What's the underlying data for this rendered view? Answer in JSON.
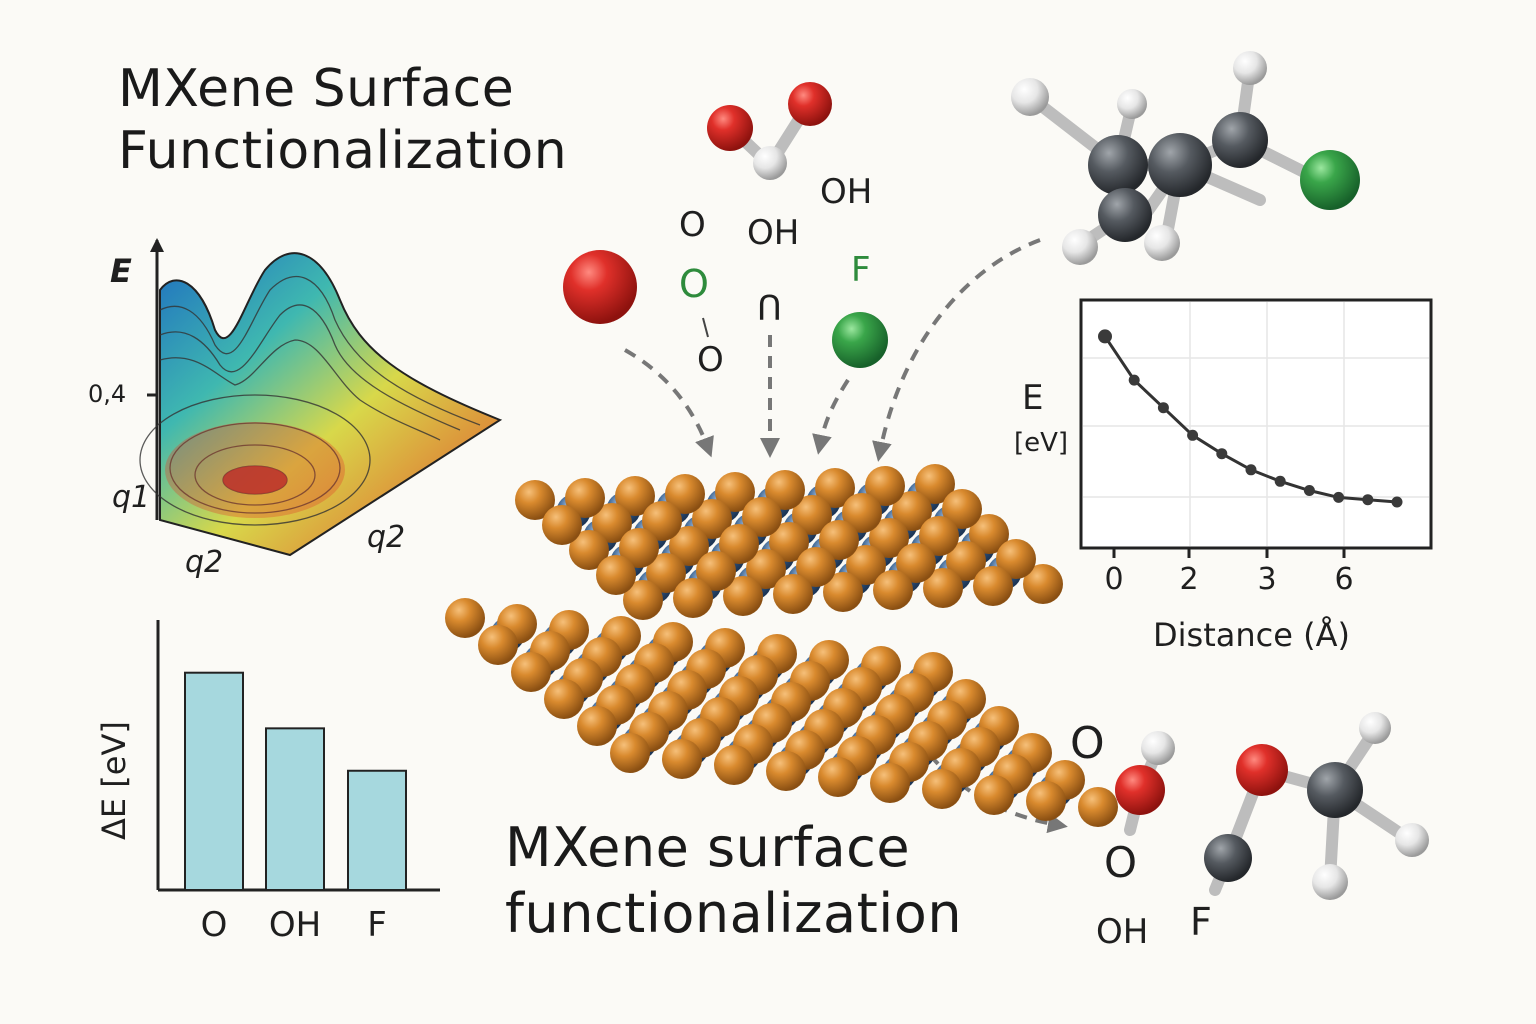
{
  "title_top": [
    "MXene Surface",
    "Functionalization"
  ],
  "title_bottom": [
    "MXene surface",
    "functionalization"
  ],
  "floating_labels": {
    "o1": "O",
    "o_green": "O",
    "o2": "O",
    "oh1": "OH",
    "oh2": "OH",
    "u": "U",
    "f": "F"
  },
  "bottom_right_labels": {
    "o_top": "O",
    "o_mid": "O",
    "oh": "OH",
    "f": "F"
  },
  "energy_surface": {
    "y_label": "E",
    "tick": "0,4",
    "q1": "q1",
    "q2_left": "q2",
    "q2_right": "q2"
  },
  "colors": {
    "o": "#d62a22",
    "f": "#3aa64a",
    "metal": "#d98a2e",
    "carbon": "#3f6794",
    "h": "#e8e8e8",
    "c": "#555a60"
  },
  "chart_data": [
    {
      "type": "line",
      "xlabel": "Distance (Å)",
      "ylabel": "E",
      "ylabel_unit": "[eV]",
      "x_ticks": [
        "0",
        "2",
        "3",
        "6"
      ],
      "y": [
        0.92,
        0.73,
        0.61,
        0.49,
        0.41,
        0.34,
        0.29,
        0.25,
        0.22,
        0.21,
        0.2
      ],
      "grid": true
    },
    {
      "type": "bar",
      "ylabel": "ΔE [eV]",
      "categories": [
        "O",
        "OH",
        "F"
      ],
      "values": [
        0.82,
        0.61,
        0.45
      ],
      "color": "#a6d8de"
    }
  ]
}
